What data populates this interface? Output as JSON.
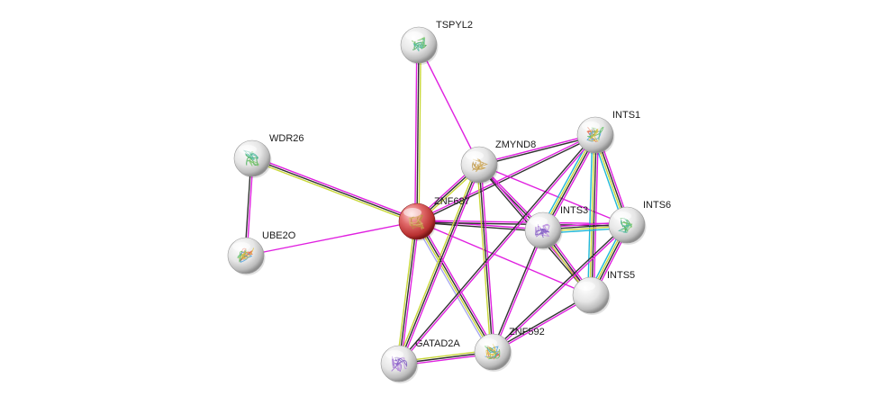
{
  "network": {
    "edge_colors": {
      "text": "#1a1a1a",
      "experiments": "#e020e0",
      "textmining": "#c8d838",
      "database": "#20b8d8",
      "homology": "#a8a8f0",
      "coexpression": "#303030"
    },
    "nodes": [
      {
        "id": "TSPYL2",
        "label": "TSPYL2",
        "query": false,
        "structure": "green"
      },
      {
        "id": "WDR26",
        "label": "WDR26",
        "query": false,
        "structure": "green"
      },
      {
        "id": "UBE2O",
        "label": "UBE2O",
        "query": false,
        "structure": "mixed"
      },
      {
        "id": "ZNF687",
        "label": "ZNF687",
        "query": true,
        "structure": "tan"
      },
      {
        "id": "ZMYND8",
        "label": "ZMYND8",
        "query": false,
        "structure": "tan"
      },
      {
        "id": "INTS1",
        "label": "INTS1",
        "query": false,
        "structure": "mixed"
      },
      {
        "id": "INTS3",
        "label": "INTS3",
        "query": false,
        "structure": "purple"
      },
      {
        "id": "INTS6",
        "label": "INTS6",
        "query": false,
        "structure": "green"
      },
      {
        "id": "INTS5",
        "label": "INTS5",
        "query": false,
        "structure": "none"
      },
      {
        "id": "ZNF592",
        "label": "ZNF592",
        "query": false,
        "structure": "mixed"
      },
      {
        "id": "GATAD2A",
        "label": "GATAD2A",
        "query": false,
        "structure": "purple"
      }
    ],
    "edges": [
      {
        "source": "TSPYL2",
        "target": "ZNF687",
        "types": [
          "textmining",
          "coexpression",
          "experiments"
        ]
      },
      {
        "source": "TSPYL2",
        "target": "ZMYND8",
        "types": [
          "experiments"
        ]
      },
      {
        "source": "WDR26",
        "target": "ZNF687",
        "types": [
          "experiments",
          "coexpression",
          "textmining"
        ]
      },
      {
        "source": "WDR26",
        "target": "UBE2O",
        "types": [
          "experiments",
          "coexpression"
        ]
      },
      {
        "source": "UBE2O",
        "target": "ZNF687",
        "types": [
          "experiments"
        ]
      },
      {
        "source": "ZNF687",
        "target": "ZMYND8",
        "types": [
          "experiments",
          "coexpression",
          "textmining"
        ]
      },
      {
        "source": "ZNF687",
        "target": "INTS1",
        "types": [
          "experiments",
          "coexpression"
        ]
      },
      {
        "source": "ZNF687",
        "target": "INTS3",
        "types": [
          "experiments",
          "coexpression"
        ]
      },
      {
        "source": "ZNF687",
        "target": "INTS6",
        "types": [
          "experiments",
          "coexpression"
        ]
      },
      {
        "source": "ZNF687",
        "target": "INTS5",
        "types": [
          "experiments"
        ]
      },
      {
        "source": "ZNF687",
        "target": "ZNF592",
        "types": [
          "experiments",
          "coexpression",
          "textmining",
          "homology"
        ]
      },
      {
        "source": "ZNF687",
        "target": "GATAD2A",
        "types": [
          "experiments",
          "coexpression",
          "textmining"
        ]
      },
      {
        "source": "ZMYND8",
        "target": "INTS1",
        "types": [
          "experiments",
          "coexpression"
        ]
      },
      {
        "source": "ZMYND8",
        "target": "INTS3",
        "types": [
          "experiments",
          "coexpression"
        ]
      },
      {
        "source": "ZMYND8",
        "target": "INTS6",
        "types": [
          "experiments"
        ]
      },
      {
        "source": "ZMYND8",
        "target": "INTS5",
        "types": [
          "experiments",
          "coexpression"
        ]
      },
      {
        "source": "ZMYND8",
        "target": "ZNF592",
        "types": [
          "experiments",
          "coexpression",
          "textmining"
        ]
      },
      {
        "source": "ZMYND8",
        "target": "GATAD2A",
        "types": [
          "experiments",
          "coexpression",
          "textmining"
        ]
      },
      {
        "source": "INTS1",
        "target": "INTS3",
        "types": [
          "experiments",
          "coexpression",
          "textmining",
          "database"
        ]
      },
      {
        "source": "INTS1",
        "target": "INTS6",
        "types": [
          "experiments",
          "coexpression",
          "textmining",
          "database"
        ]
      },
      {
        "source": "INTS1",
        "target": "INTS5",
        "types": [
          "experiments",
          "coexpression",
          "textmining",
          "database"
        ]
      },
      {
        "source": "INTS3",
        "target": "INTS6",
        "types": [
          "experiments",
          "coexpression",
          "textmining",
          "database"
        ]
      },
      {
        "source": "INTS3",
        "target": "INTS5",
        "types": [
          "experiments",
          "coexpression",
          "textmining"
        ]
      },
      {
        "source": "INTS6",
        "target": "INTS5",
        "types": [
          "experiments",
          "coexpression",
          "textmining",
          "database"
        ]
      },
      {
        "source": "INTS3",
        "target": "ZNF592",
        "types": [
          "experiments",
          "coexpression"
        ]
      },
      {
        "source": "INTS6",
        "target": "ZNF592",
        "types": [
          "experiments",
          "coexpression"
        ]
      },
      {
        "source": "INTS5",
        "target": "ZNF592",
        "types": [
          "experiments",
          "coexpression"
        ]
      },
      {
        "source": "INTS1",
        "target": "GATAD2A",
        "types": [
          "experiments",
          "coexpression"
        ]
      },
      {
        "source": "ZNF592",
        "target": "GATAD2A",
        "types": [
          "experiments",
          "coexpression",
          "textmining"
        ]
      }
    ]
  }
}
